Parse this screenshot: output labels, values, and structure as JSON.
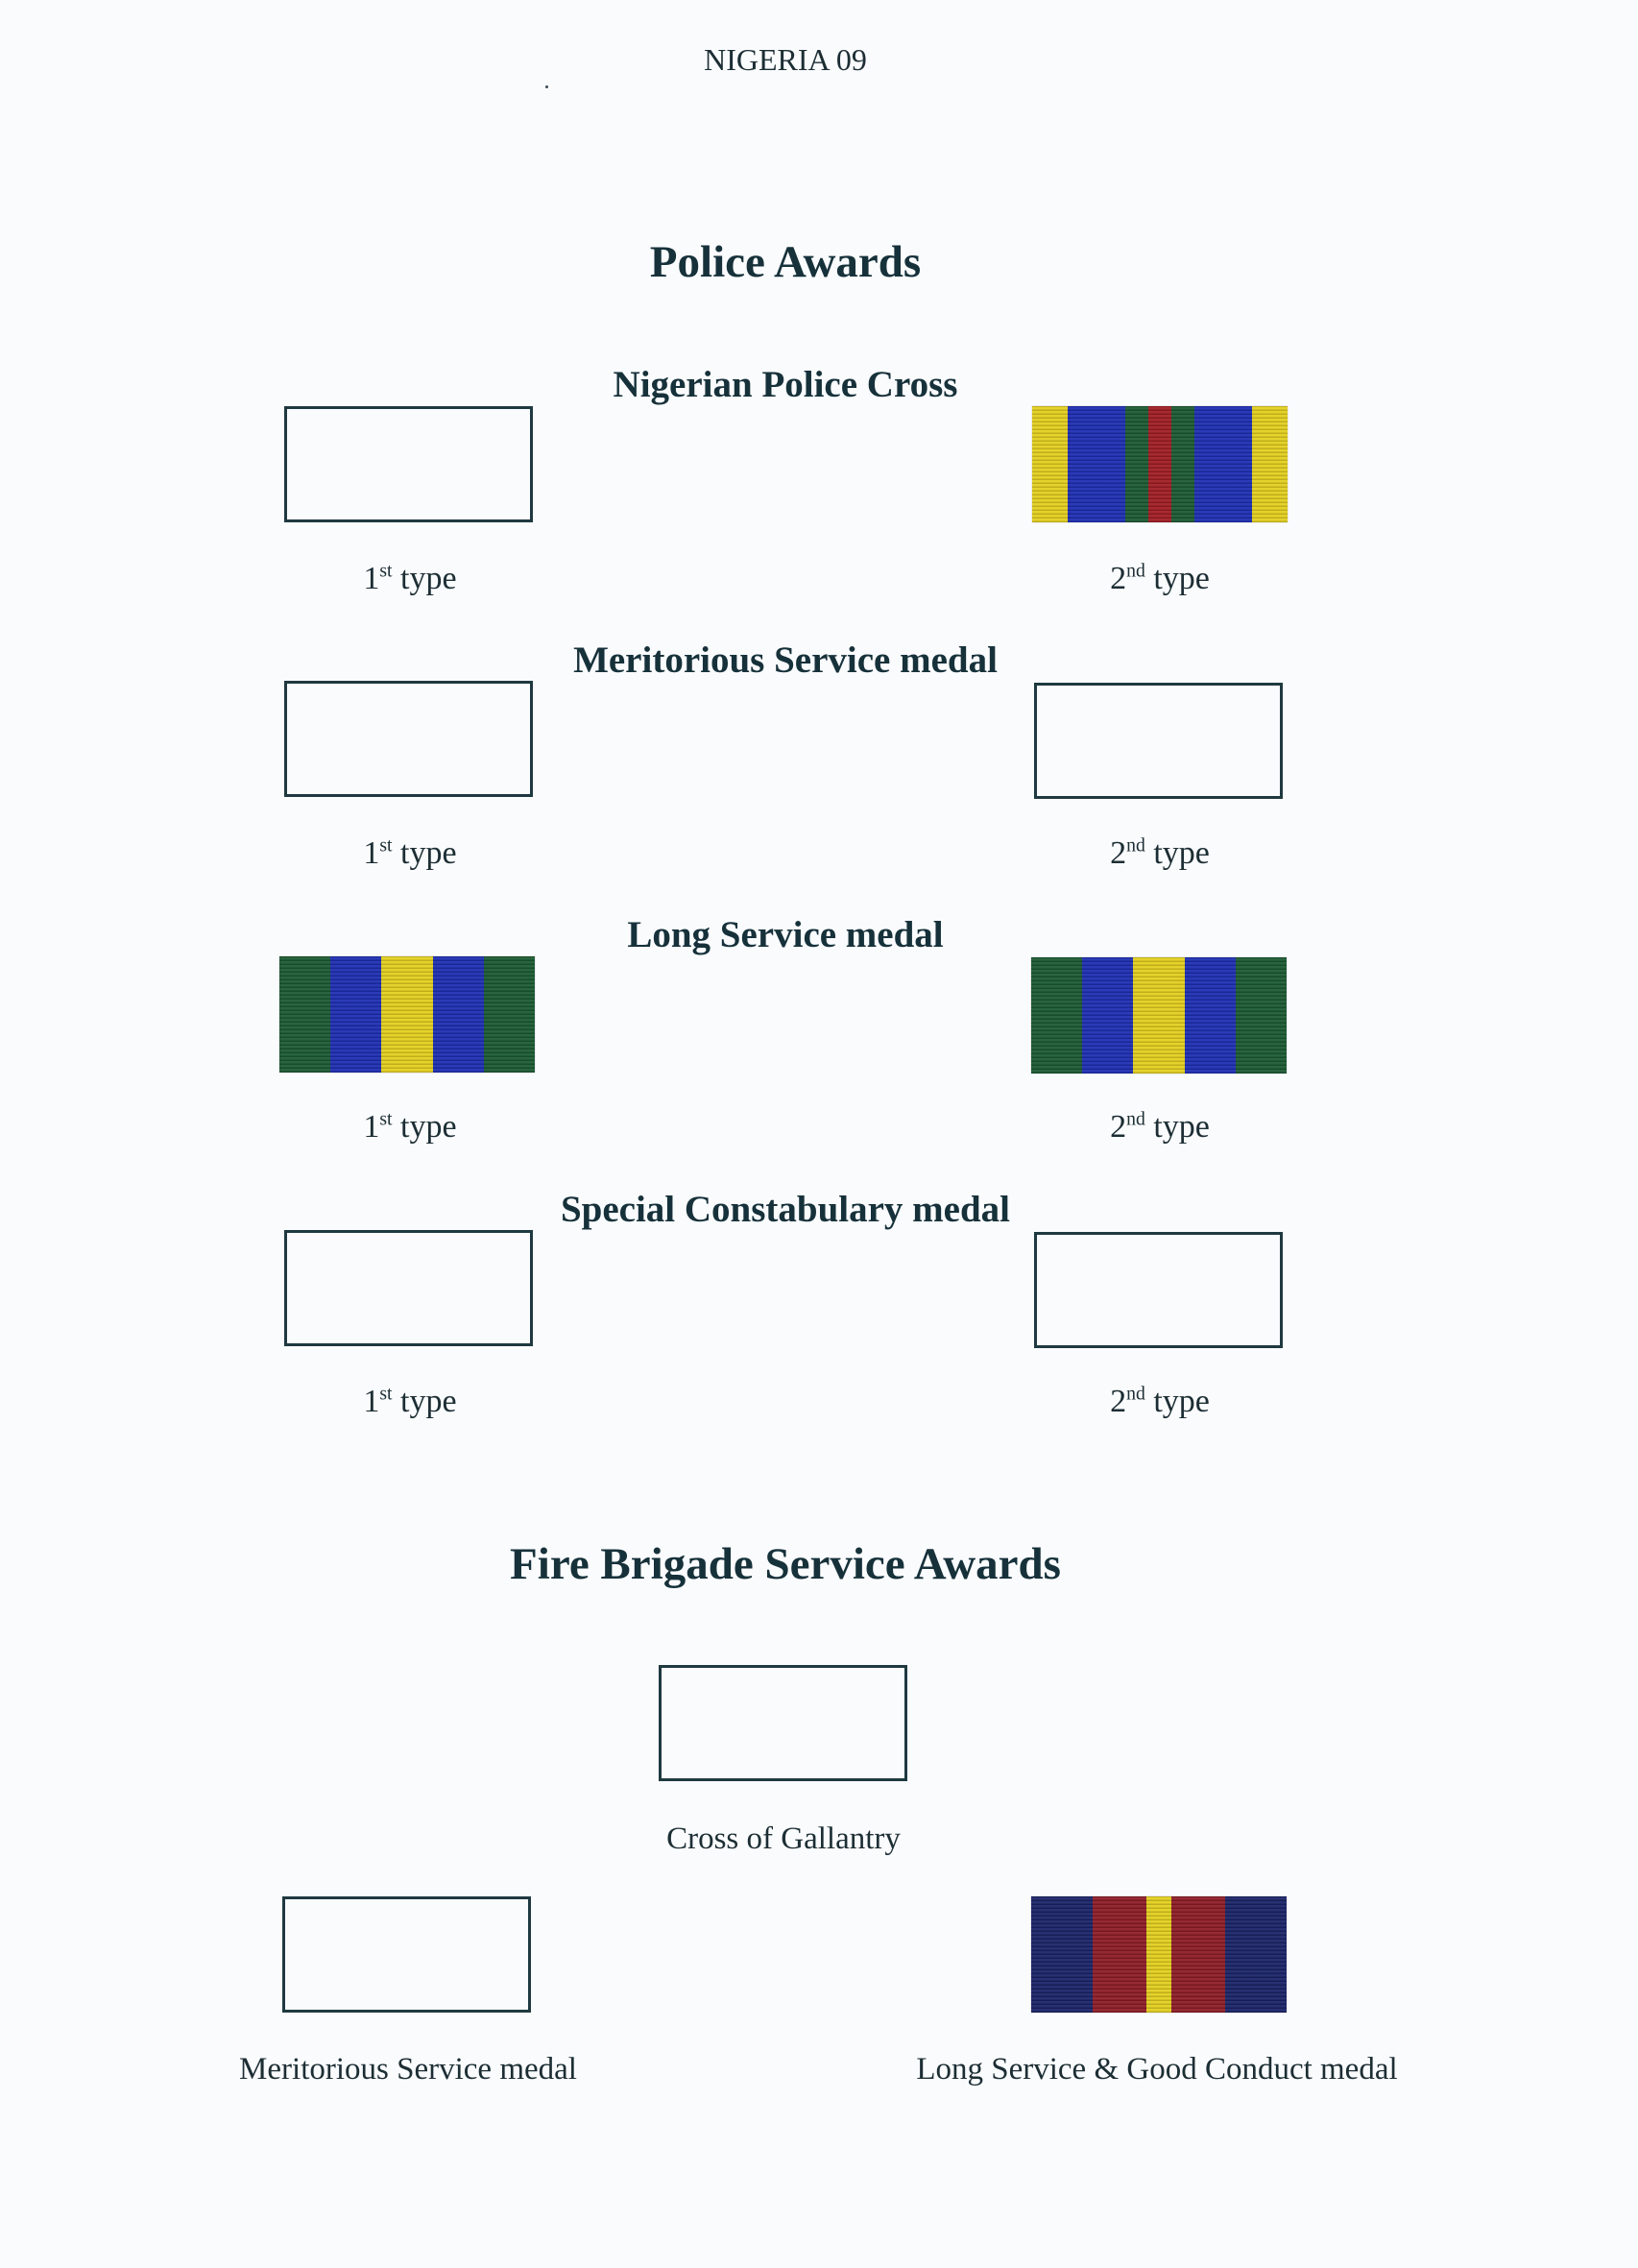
{
  "header": {
    "page_ref": "NIGERIA 09"
  },
  "police": {
    "section_title": "Police Awards",
    "medals": [
      {
        "title": "Nigerian Police Cross",
        "first": {
          "num": "1",
          "suffix": "st",
          "word": "type"
        },
        "second": {
          "num": "2",
          "suffix": "nd",
          "word": "type"
        }
      },
      {
        "title": "Meritorious Service medal",
        "first": {
          "num": "1",
          "suffix": "st",
          "word": "type"
        },
        "second": {
          "num": "2",
          "suffix": "nd",
          "word": "type"
        }
      },
      {
        "title": "Long Service medal",
        "first": {
          "num": "1",
          "suffix": "st",
          "word": "type"
        },
        "second": {
          "num": "2",
          "suffix": "nd",
          "word": "type"
        }
      },
      {
        "title": "Special Constabulary medal",
        "first": {
          "num": "1",
          "suffix": "st",
          "word": "type"
        },
        "second": {
          "num": "2",
          "suffix": "nd",
          "word": "type"
        }
      }
    ]
  },
  "fire": {
    "section_title": "Fire Brigade Service Awards",
    "cross_caption": "Cross of Gallantry",
    "meritorious_caption": "Meritorious Service medal",
    "long_service_caption": "Long Service & Good Conduct medal"
  },
  "ribbon_colors": {
    "yellow": "#e3cf1f",
    "blue": "#1e2fb3",
    "green": "#1c5a33",
    "red": "#a01e24",
    "navy": "#1b2468",
    "crimson": "#8e1d27"
  },
  "ribbons": {
    "police_cross_2nd": [
      "yellow",
      "blue",
      "green",
      "red",
      "green",
      "blue",
      "yellow"
    ],
    "long_service_1st": [
      "green",
      "blue",
      "yellow",
      "blue",
      "green"
    ],
    "long_service_2nd": [
      "green",
      "blue",
      "yellow",
      "blue",
      "green"
    ],
    "fire_long_service": [
      "navy",
      "crimson",
      "yellow",
      "crimson",
      "navy"
    ]
  }
}
